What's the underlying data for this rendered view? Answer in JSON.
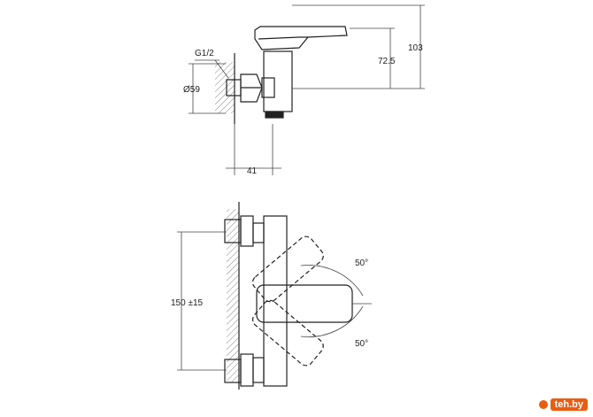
{
  "dimensions": {
    "thread": "G1/2",
    "diameter": "Ø59",
    "height_total": "103",
    "height_spout": "72.5",
    "depth": "41",
    "center_distance": "150 ±15",
    "angle_up": "50°",
    "angle_down": "50°"
  },
  "watermark": {
    "text": "teh.by"
  }
}
